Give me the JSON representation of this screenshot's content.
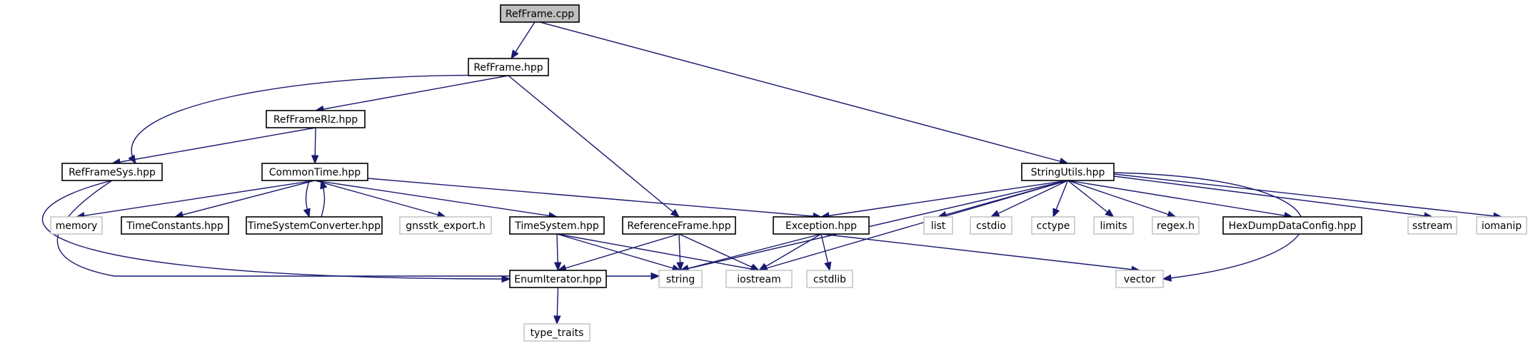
{
  "diagram": {
    "type": "include-dependency-graph",
    "colors": {
      "edge": "#191970",
      "root_fill": "#bfbfbf",
      "missing_border": "#bfbfbf",
      "border": "#000000"
    },
    "nodes": [
      {
        "id": "refframe_cpp",
        "label": "RefFrame.cpp",
        "kind": "root"
      },
      {
        "id": "refframe_hpp",
        "label": "RefFrame.hpp",
        "kind": "file"
      },
      {
        "id": "refframerlz_hpp",
        "label": "RefFrameRlz.hpp",
        "kind": "file"
      },
      {
        "id": "refframesys_hpp",
        "label": "RefFrameSys.hpp",
        "kind": "file"
      },
      {
        "id": "commontime_hpp",
        "label": "CommonTime.hpp",
        "kind": "file"
      },
      {
        "id": "stringutils_hpp",
        "label": "StringUtils.hpp",
        "kind": "file"
      },
      {
        "id": "memory",
        "label": "memory",
        "kind": "external"
      },
      {
        "id": "timeconstants_hpp",
        "label": "TimeConstants.hpp",
        "kind": "file"
      },
      {
        "id": "timesystemconverter_hpp",
        "label": "TimeSystemConverter.hpp",
        "kind": "file"
      },
      {
        "id": "gnsstk_export_h",
        "label": "gnsstk_export.h",
        "kind": "external"
      },
      {
        "id": "timesystem_hpp",
        "label": "TimeSystem.hpp",
        "kind": "file"
      },
      {
        "id": "referenceframe_hpp",
        "label": "ReferenceFrame.hpp",
        "kind": "file"
      },
      {
        "id": "exception_hpp",
        "label": "Exception.hpp",
        "kind": "file"
      },
      {
        "id": "list",
        "label": "list",
        "kind": "external"
      },
      {
        "id": "cstdio",
        "label": "cstdio",
        "kind": "external"
      },
      {
        "id": "cctype",
        "label": "cctype",
        "kind": "external"
      },
      {
        "id": "limits",
        "label": "limits",
        "kind": "external"
      },
      {
        "id": "regex_h",
        "label": "regex.h",
        "kind": "external"
      },
      {
        "id": "hexdumpdataconfig_hpp",
        "label": "HexDumpDataConfig.hpp",
        "kind": "file"
      },
      {
        "id": "sstream",
        "label": "sstream",
        "kind": "external"
      },
      {
        "id": "iomanip",
        "label": "iomanip",
        "kind": "external"
      },
      {
        "id": "enumiterator_hpp",
        "label": "EnumIterator.hpp",
        "kind": "file"
      },
      {
        "id": "string",
        "label": "string",
        "kind": "external"
      },
      {
        "id": "iostream",
        "label": "iostream",
        "kind": "external"
      },
      {
        "id": "cstdlib",
        "label": "cstdlib",
        "kind": "external"
      },
      {
        "id": "vector",
        "label": "vector",
        "kind": "external"
      },
      {
        "id": "type_traits",
        "label": "type_traits",
        "kind": "external"
      }
    ],
    "edges": [
      {
        "from": "refframe_cpp",
        "to": "refframe_hpp"
      },
      {
        "from": "refframe_cpp",
        "to": "stringutils_hpp"
      },
      {
        "from": "refframe_hpp",
        "to": "refframerlz_hpp"
      },
      {
        "from": "refframe_hpp",
        "to": "refframesys_hpp"
      },
      {
        "from": "refframe_hpp",
        "to": "referenceframe_hpp"
      },
      {
        "from": "refframerlz_hpp",
        "to": "refframesys_hpp"
      },
      {
        "from": "refframerlz_hpp",
        "to": "commontime_hpp"
      },
      {
        "from": "refframesys_hpp",
        "to": "enumiterator_hpp"
      },
      {
        "from": "refframesys_hpp",
        "to": "string"
      },
      {
        "from": "commontime_hpp",
        "to": "memory"
      },
      {
        "from": "commontime_hpp",
        "to": "timeconstants_hpp"
      },
      {
        "from": "commontime_hpp",
        "to": "timesystemconverter_hpp"
      },
      {
        "from": "commontime_hpp",
        "to": "gnsstk_export_h"
      },
      {
        "from": "commontime_hpp",
        "to": "timesystem_hpp"
      },
      {
        "from": "commontime_hpp",
        "to": "exception_hpp"
      },
      {
        "from": "timesystemconverter_hpp",
        "to": "commontime_hpp"
      },
      {
        "from": "timesystem_hpp",
        "to": "enumiterator_hpp"
      },
      {
        "from": "timesystem_hpp",
        "to": "string"
      },
      {
        "from": "timesystem_hpp",
        "to": "iostream"
      },
      {
        "from": "referenceframe_hpp",
        "to": "enumiterator_hpp"
      },
      {
        "from": "referenceframe_hpp",
        "to": "string"
      },
      {
        "from": "referenceframe_hpp",
        "to": "iostream"
      },
      {
        "from": "exception_hpp",
        "to": "string"
      },
      {
        "from": "exception_hpp",
        "to": "iostream"
      },
      {
        "from": "exception_hpp",
        "to": "cstdlib"
      },
      {
        "from": "exception_hpp",
        "to": "vector"
      },
      {
        "from": "enumiterator_hpp",
        "to": "type_traits"
      },
      {
        "from": "stringutils_hpp",
        "to": "string"
      },
      {
        "from": "stringutils_hpp",
        "to": "exception_hpp"
      },
      {
        "from": "stringutils_hpp",
        "to": "iostream"
      },
      {
        "from": "stringutils_hpp",
        "to": "list"
      },
      {
        "from": "stringutils_hpp",
        "to": "cstdio"
      },
      {
        "from": "stringutils_hpp",
        "to": "cctype"
      },
      {
        "from": "stringutils_hpp",
        "to": "limits"
      },
      {
        "from": "stringutils_hpp",
        "to": "regex_h"
      },
      {
        "from": "stringutils_hpp",
        "to": "hexdumpdataconfig_hpp"
      },
      {
        "from": "stringutils_hpp",
        "to": "sstream"
      },
      {
        "from": "stringutils_hpp",
        "to": "iomanip"
      },
      {
        "from": "stringutils_hpp",
        "to": "vector"
      }
    ]
  }
}
